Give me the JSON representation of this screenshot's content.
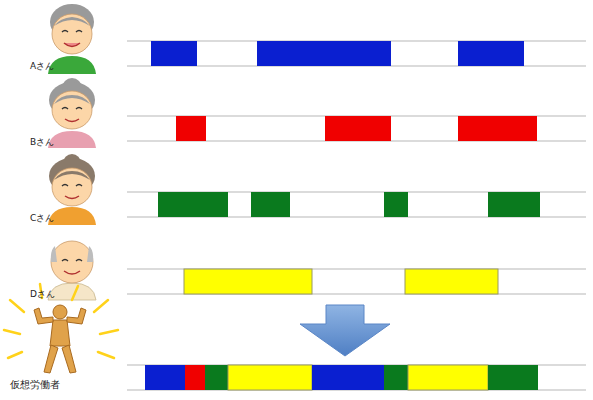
{
  "diagram": {
    "labels": [
      "Aさん",
      "Bさん",
      "Cさん",
      "Dさん",
      "仮想労働者"
    ]
  }
}
